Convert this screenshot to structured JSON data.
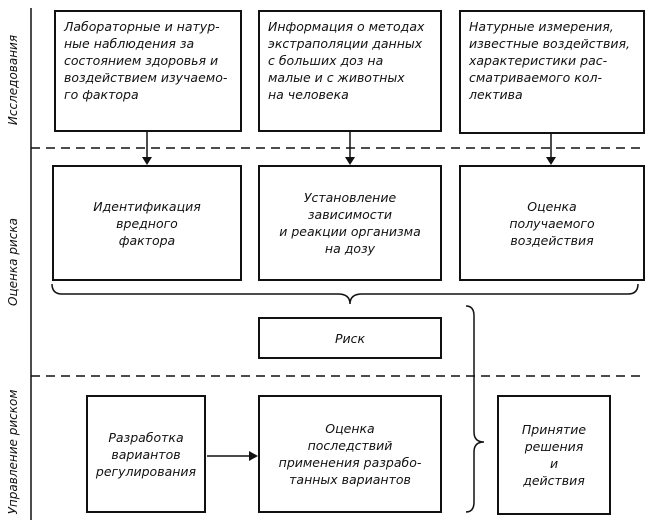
{
  "side_labels": {
    "research": "Исследования",
    "assessment": "Оценка риска",
    "management": "Управление риском"
  },
  "research": {
    "lab": "Лабораторные и натур-\nные наблюдения за\nсостоянием здоровья и\nвоздействием изучаемо-\nго фактора",
    "extrapolation": "Информация о методах\nэкстраполяции данных\nс больших доз на\nмалые и с животных\nна человека",
    "field": "Натурные измерения,\nизвестные воздействия,\nхарактеристики рас-\nсматриваемого кол-\nлектива"
  },
  "assessment": {
    "identification": "Идентификация\nвредного\nфактора",
    "dose_response": "Установление\nзависимости\nи реакции организма\nна дозу",
    "exposure": "Оценка\nполучаемого\nвоздействия"
  },
  "risk": "Риск",
  "management": {
    "options": "Разработка\nвариантов\nрегулирования",
    "consequences": "Оценка\nпоследствий\nприменения разрабо-\nтанных вариантов",
    "decision": "Принятие\nрешения\nи\nдействия"
  }
}
